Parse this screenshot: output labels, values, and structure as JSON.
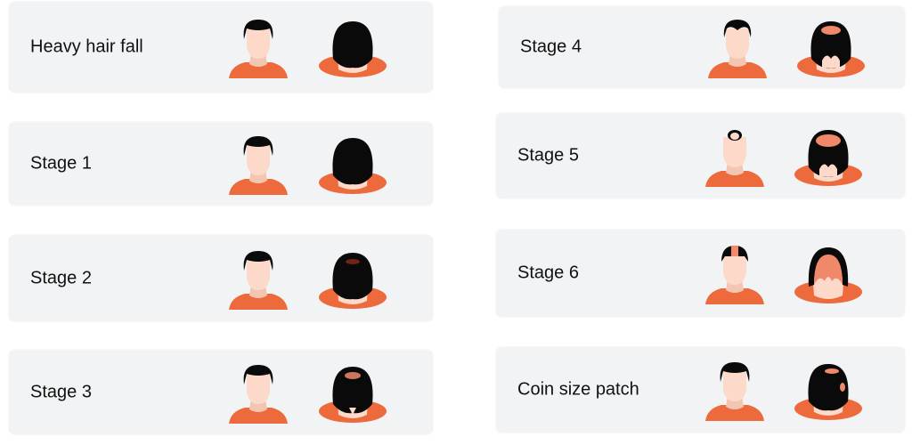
{
  "colors": {
    "card": "#f2f3f5",
    "shirt": "#ec6a3c",
    "skin": "#fcd9c8",
    "neck": "#f3c6b2",
    "hair": "#0a0a0a",
    "scalp": "#f0896a"
  },
  "cards": [
    {
      "label": "Heavy hair fall",
      "stage": 0
    },
    {
      "label": "Stage 1",
      "stage": 1
    },
    {
      "label": "Stage 2",
      "stage": 2
    },
    {
      "label": "Stage 3",
      "stage": 3
    },
    {
      "label": "Stage 4",
      "stage": 4
    },
    {
      "label": "Stage 5",
      "stage": 5
    },
    {
      "label": "Stage 6",
      "stage": 6
    },
    {
      "label": "Coin size patch",
      "stage": 7
    }
  ]
}
